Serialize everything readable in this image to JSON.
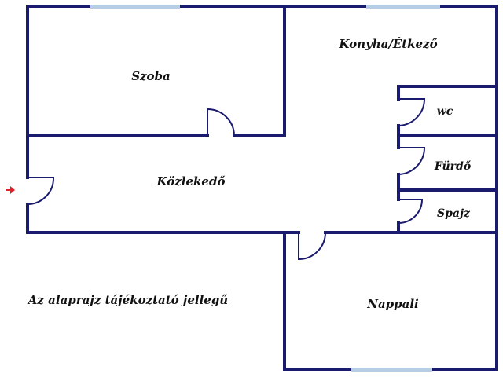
{
  "rooms": {
    "szoba": "Szoba",
    "konyha": "Konyha/Étkező",
    "wc": "wc",
    "furdo": "Fürdő",
    "kozlekedo": "Közlekedő",
    "spajz": "Spajz",
    "nappali": "Nappali"
  },
  "note": "Az alaprajz tájékoztató jellegű",
  "colors": {
    "wall": "#1a1a6e",
    "window": "#b7cde6",
    "door": "#1a1a6e",
    "entrance_arrow": "#e0202a"
  },
  "icons": {
    "entrance": "entrance-arrow-icon"
  }
}
